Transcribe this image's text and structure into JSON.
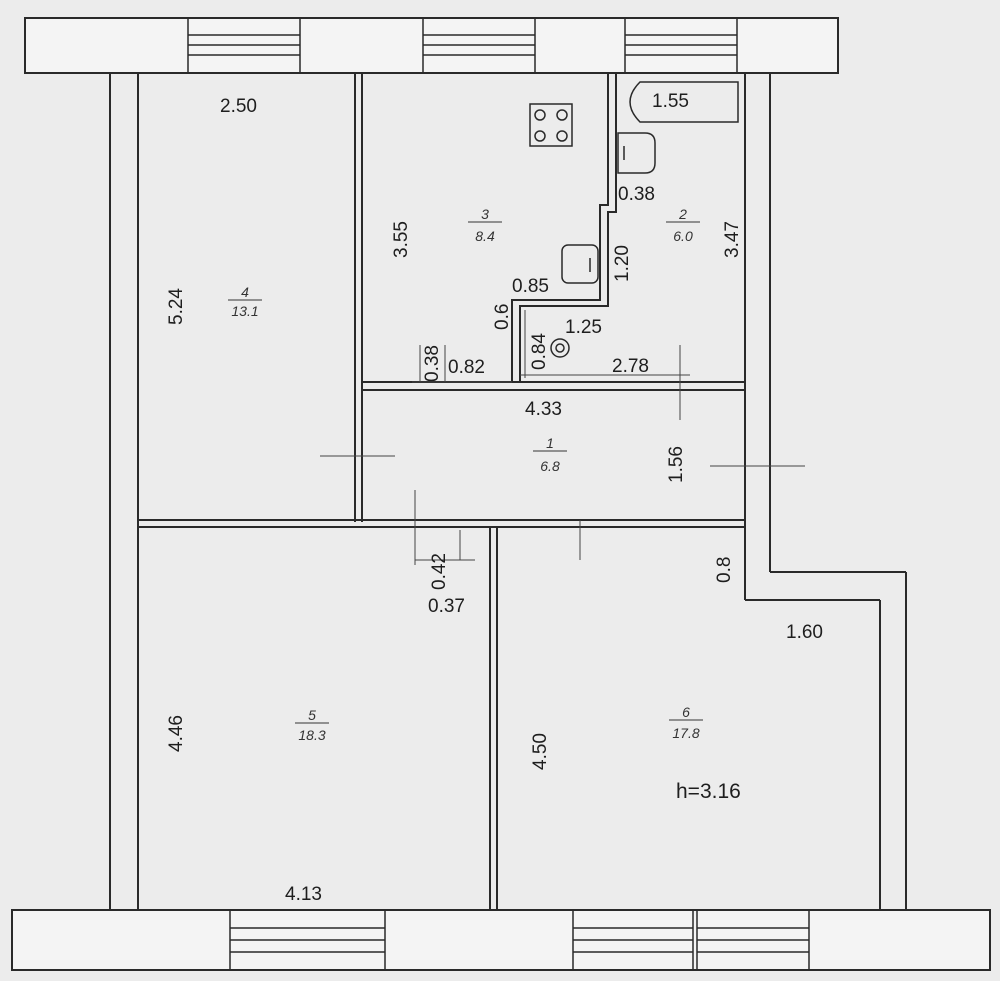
{
  "rooms": [
    {
      "number": "1",
      "area": "6.8"
    },
    {
      "number": "2",
      "area": "6.0"
    },
    {
      "number": "3",
      "area": "8.4"
    },
    {
      "number": "4",
      "area": "13.1"
    },
    {
      "number": "5",
      "area": "18.3"
    },
    {
      "number": "6",
      "area": "17.8"
    }
  ],
  "dimensions": {
    "d_2_50": "2.50",
    "d_1_55": "1.55",
    "d_0_38_top": "0.38",
    "d_3_55": "3.55",
    "d_3_47": "3.47",
    "d_1_20": "1.20",
    "d_5_24": "5.24",
    "d_0_85": "0.85",
    "d_0_6": "0.6",
    "d_0_84": "0.84",
    "d_1_25": "1.25",
    "d_0_38_mid": "0.38",
    "d_0_82": "0.82",
    "d_2_78": "2.78",
    "d_4_33": "4.33",
    "d_1_56": "1.56",
    "d_0_42": "0.42",
    "d_0_37": "0.37",
    "d_0_8": "0.8",
    "d_1_60": "1.60",
    "d_4_46": "4.46",
    "d_4_50": "4.50",
    "d_4_13": "4.13"
  },
  "ceiling_height": "h=3.16"
}
